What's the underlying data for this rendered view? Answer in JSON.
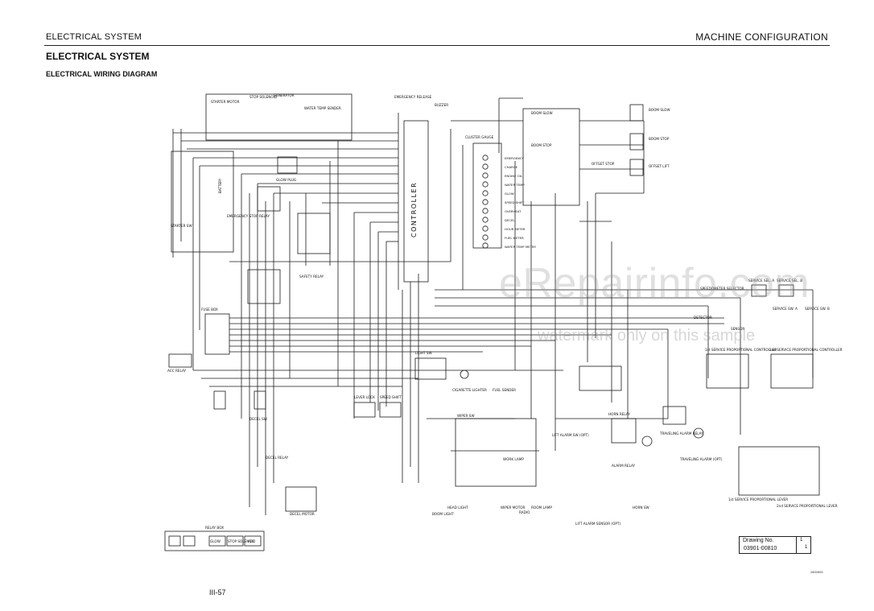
{
  "header": {
    "section": "ELECTRICAL SYSTEM",
    "chapter": "MACHINE CONFIGURATION"
  },
  "titles": {
    "main": "ELECTRICAL SYSTEM",
    "sub": "ELECTRICAL WIRING DIAGRAM"
  },
  "labels": {
    "starter_motor": "STARTER MOTOR",
    "stop_solenoid": "STOP SOLENOID",
    "generator": "GENERATOR",
    "water_temp_sender": "WATER TEMP SENDER",
    "emergency_release": "EMERGENCY RELEASE",
    "buzzer": "BUZZER",
    "cluster_gauge": "CLUSTER GAUGE",
    "controller": "CONTROLLER",
    "gauge_lamps": [
      "EMERGENCY",
      "CHARGE",
      "ENGINE OIL",
      "WATER TEMP",
      "GLOW",
      "SPEED SHIFT",
      "OVERHEAT",
      "DECEL",
      "HOUR METER",
      "FUEL METER",
      "WATER TEMP METER"
    ],
    "boom_slow": "BOOM SLOW",
    "boom_stop": "BOOM STOP",
    "offset_stop": "OFFSET STOP",
    "right_boom_slow": "BOOM SLOW",
    "right_boom_stop": "BOOM STOP",
    "offset_lift": "OFFSET LIFT",
    "battery": "BATTERY",
    "starter_sw": "STARTER SW",
    "fuse_box": "FUSE BOX",
    "acc_relay": "ACC RELAY",
    "safety_relay": "SAFETY RELAY",
    "glow_plug": "GLOW PLUG",
    "emergency_stop_relay": "EMERGENCY STOP RELAY",
    "lever_lock": "LEVER LOCK",
    "speed_shift": "SPEED SHIFT",
    "decel_sw": "DECEL SW",
    "decel_relay": "DECEL RELAY",
    "decel_motor": "DECEL MOTOR",
    "light_sw": "LIGHT SW",
    "cigarette_lighter": "CIGARETTE LIGHTER",
    "fuel_sender": "FUEL SENDER",
    "wiper_sw": "WIPER SW",
    "wiper_motor": "WIPER MOTOR",
    "radio": "RADIO",
    "room_lamp": "ROOM LAMP",
    "work_lamp": "WORK LAMP",
    "head_light": "HEAD LIGHT",
    "boom_light": "BOOM LIGHT",
    "horn_relay": "HORN RELAY",
    "alarm_relay": "ALARM RELAY",
    "horn_sw": "HORN SW",
    "traveling_alarm": "TRAVELING ALARM (OPT)",
    "traveling_alarm_relay": "TRAVELING ALARM RELAY",
    "lift_alarm_sw": "LIFT ALARM SW (OPT)",
    "lift_alarm_sensor": "LIFT ALARM SENSOR (OPT)",
    "speedometer_selector": "SPEEDOMETER SELECTOR",
    "service_sel_a": "SERVICE SEL. A",
    "service_sel_b": "SERVICE SEL. B",
    "service_sw_a": "SERVICE SW. A",
    "service_sw_b": "SERVICE SW. B",
    "detector": "DETECTOR",
    "sensor": "SENSOR",
    "proportional_controller_1": "1st SERVICE PROPORTIONAL CONTROLLER",
    "proportional_controller_2": "2nd SERVICE PROPORTIONAL CONTROLLER",
    "proportional_lever_1": "1st SERVICE PROPORTIONAL LEVER",
    "proportional_lever_2": "2nd SERVICE PROPORTIONAL LEVER",
    "relay_box": "RELAY BOX",
    "relay_box_items": [
      "GLOW",
      "STOP SOLENOID",
      "ACC"
    ]
  },
  "drawing": {
    "label": "Drawing No.",
    "number": "03901-00810",
    "sheet_top": "1",
    "sheet_bottom": "1"
  },
  "page": {
    "number": "III-57",
    "figure_id": "2800505"
  },
  "watermark": {
    "line1": "eRepairinfo.com",
    "line2": "watermark only on this sample"
  }
}
